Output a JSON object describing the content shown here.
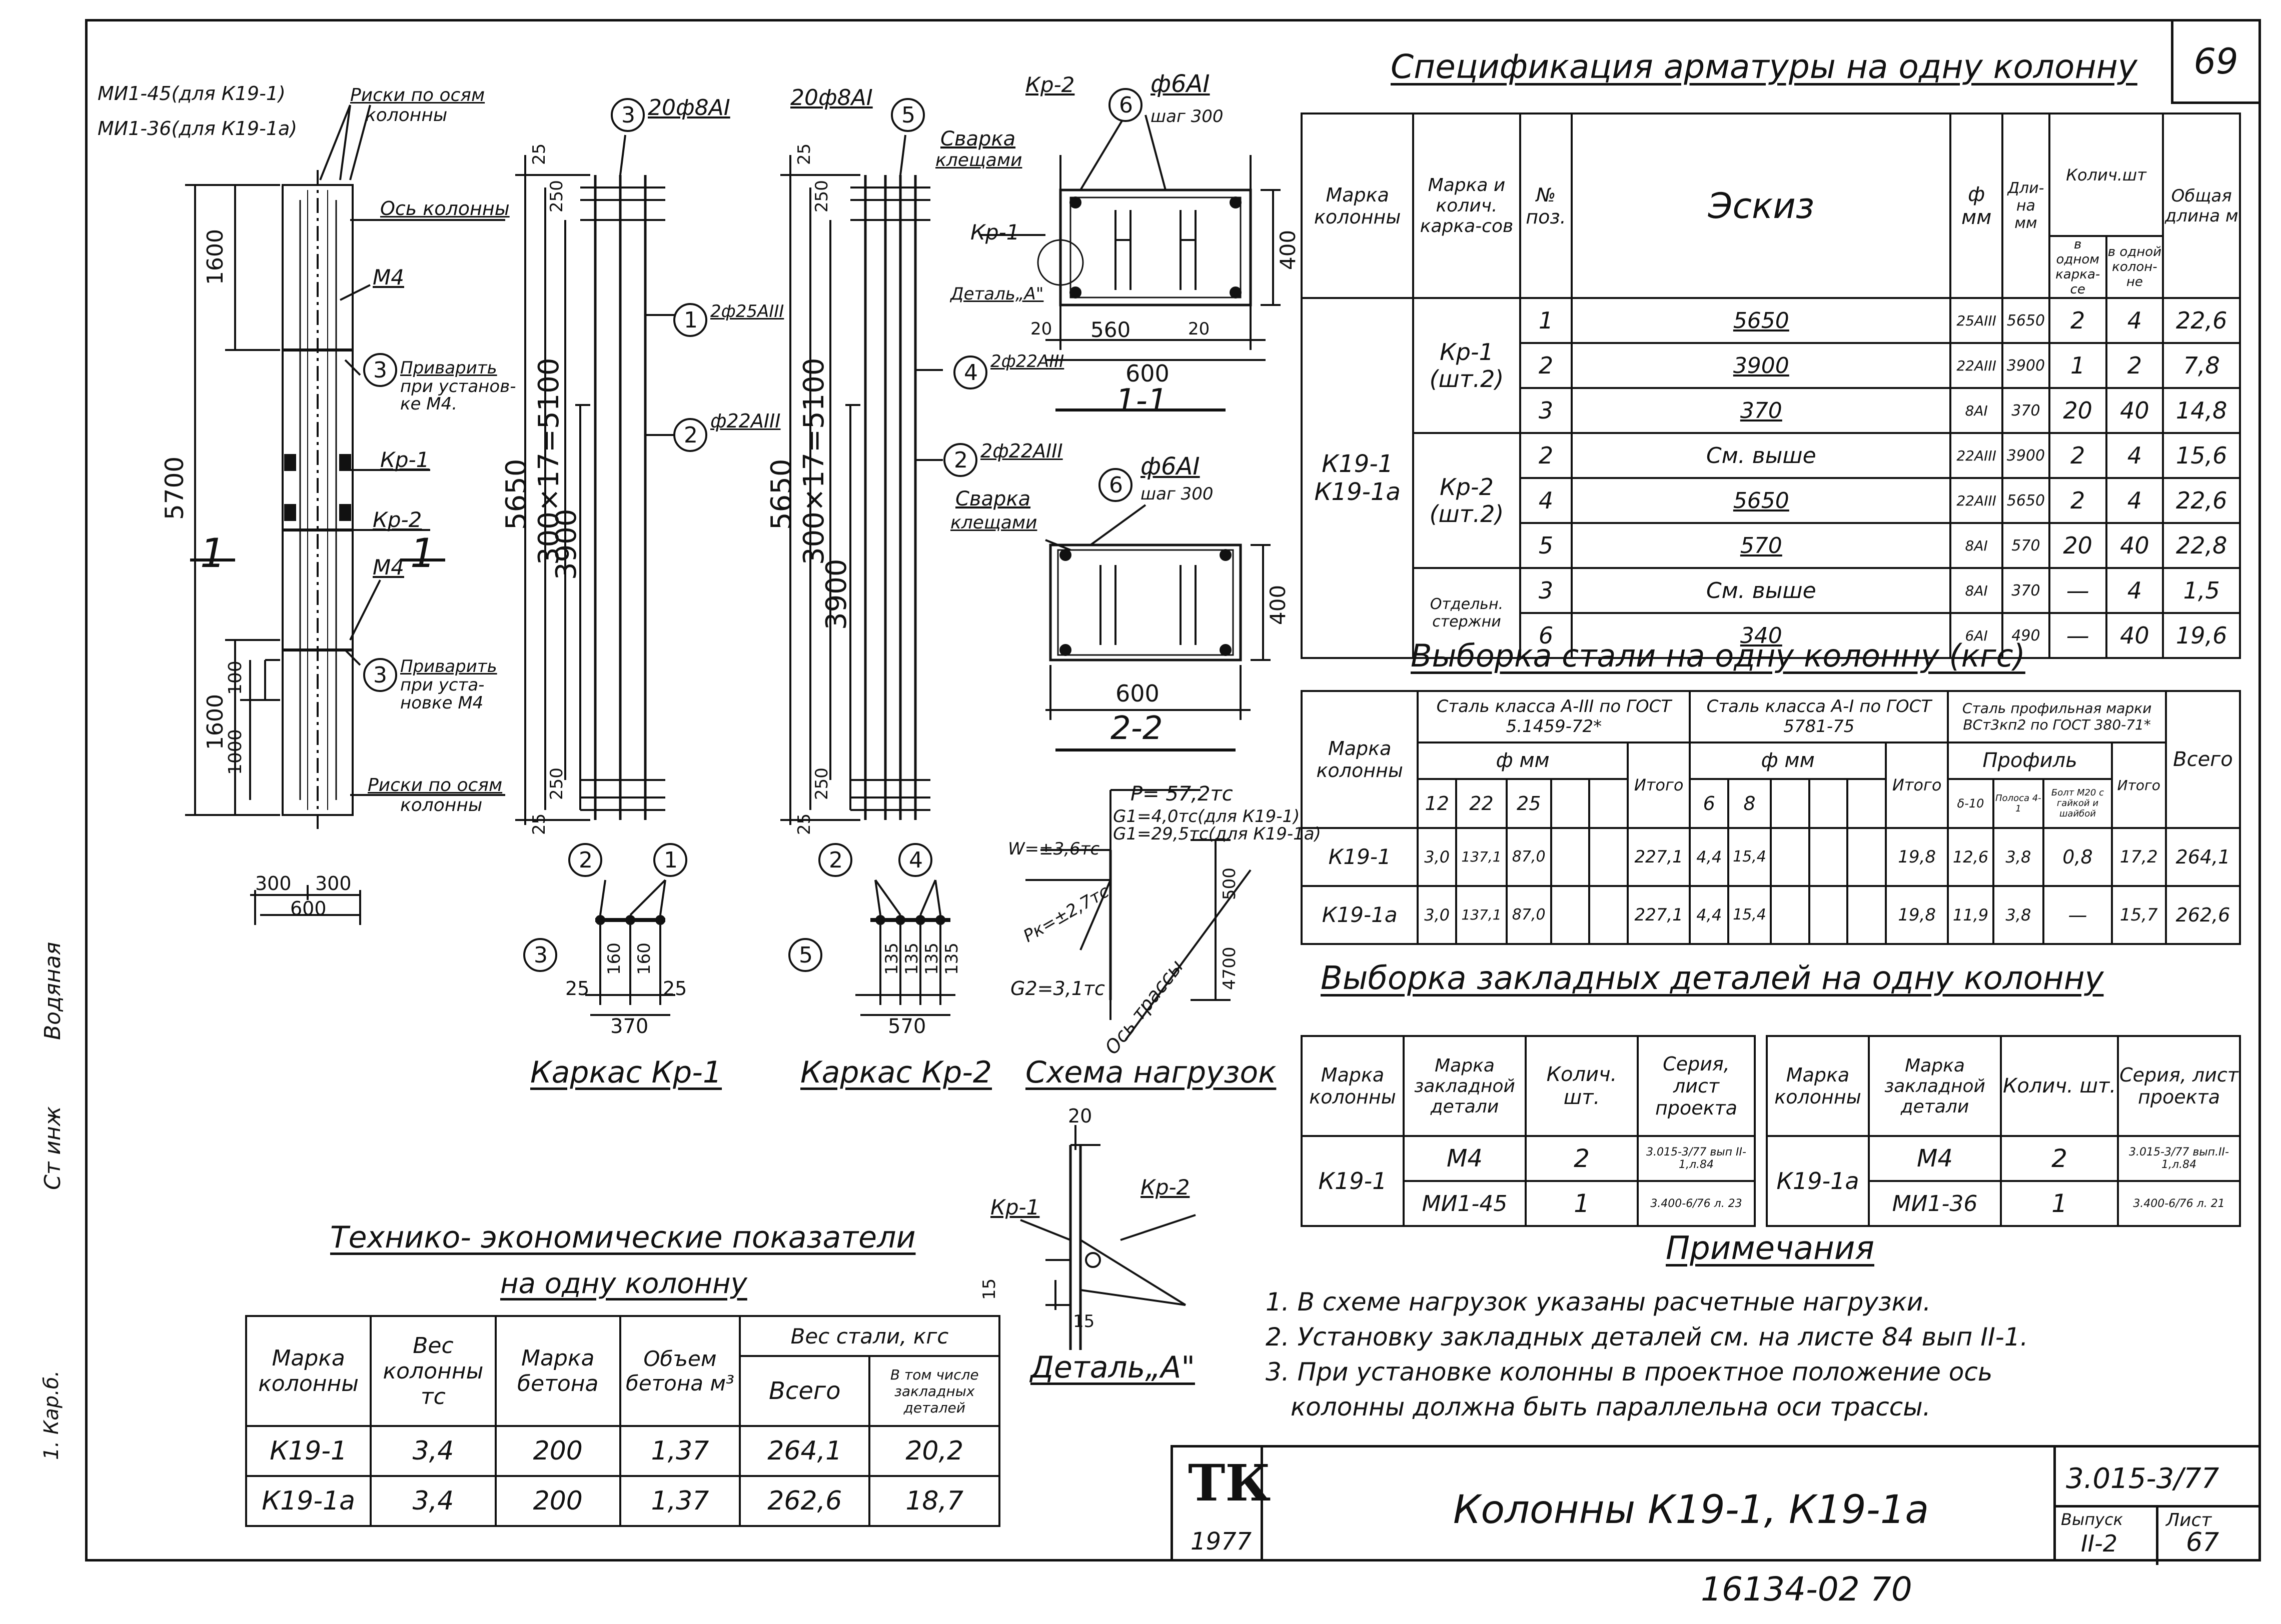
{
  "sheet_number_top": "69",
  "left_margin": {
    "label_a": "Ст инж",
    "label_b": "Водяная",
    "label_c": "1. Кар.б."
  },
  "column_drawing": {
    "label_mi_1": "МИ1-45(для К19-1)",
    "label_mi_2": "МИ1-36(для К19-1а)",
    "risk_top_1": "Риски по осям",
    "risk_top_2": "колонны",
    "axis_label": "Ось колонны",
    "m4_top": "М4",
    "weld_1a": "Приварить",
    "weld_1b": "при установ-",
    "weld_1c": "ке М4.",
    "kp1": "Кр-1",
    "kp2": "Кр-2",
    "m4_mid": "М4",
    "weld_2a": "Приварить",
    "weld_2b": "при уста-",
    "weld_2c": "новке М4",
    "risk_bot_1": "Риски по осям",
    "risk_bot_2": "колонны",
    "dim_5700": "5700",
    "dim_1600_top": "1600",
    "dim_1600_bot": "1600",
    "dim_100": "100",
    "dim_1000": "1000",
    "dim_300_l": "300",
    "dim_300_r": "300",
    "dim_600": "600",
    "section_mark": "1"
  },
  "kp1_drawing": {
    "pos3": "3",
    "bar3": "20ф8АI",
    "pos1": "1",
    "bar1": "2ф25АIII",
    "pos2": "2",
    "bar2": "ф22АIII",
    "dim_25": "25",
    "dim_250": "250",
    "dim_5650": "5650",
    "dim_5100": "300×17=5100",
    "dim_3900": "3900",
    "dim_250b": "250",
    "dim_25b": "25",
    "sec_160a": "160",
    "sec_160b": "160",
    "sec_25a": "25",
    "sec_25b": "25",
    "sec_370": "370",
    "title": "Каркас Кр-1"
  },
  "kp2_drawing": {
    "pos5": "5",
    "bar5": "20ф8АI",
    "pos4": "4",
    "bar4": "2ф22АIII",
    "pos2": "2",
    "bar2": "2ф22АIII",
    "dim_25": "25",
    "dim_250": "250",
    "dim_5650": "5650",
    "dim_5100": "300×17=5100",
    "dim_3900": "3900",
    "dim_250b": "250",
    "dim_25b": "25",
    "sec_vals": [
      "135",
      "135",
      "135",
      "135"
    ],
    "sec_570": "570",
    "title": "Каркас Кр-2"
  },
  "section_1_1": {
    "kp2": "Кр-2",
    "pos6": "6",
    "bar6": "ф6АI",
    "step": "шаг 300",
    "weld_a": "Сварка",
    "weld_b": "клещами",
    "kp1": "Кр-1",
    "detail": "Деталь„А\"",
    "dim_20a": "20",
    "dim_560": "560",
    "dim_20b": "20",
    "dim_400": "400",
    "dim_600": "600",
    "title": "1-1"
  },
  "section_2_2": {
    "pos6": "6",
    "bar6": "ф6АI",
    "step": "шаг 300",
    "weld_a": "Сварка",
    "weld_b": "клещами",
    "dim_400": "400",
    "dim_600": "600",
    "title": "2-2"
  },
  "load_scheme": {
    "p": "P= 57,2тс",
    "g1a": "G1=4,0тс(для К19-1)",
    "g1b": "G1=29,5тс(для К19-1а)",
    "w": "W=±3,6тс",
    "pk": "Pк=±2,7тс",
    "g2": "G2=3,1тс",
    "dim_500": "500",
    "dim_4700": "4700",
    "axis": "Ось трассы",
    "title": "Схема нагрузок"
  },
  "detail_a": {
    "dim_20": "20",
    "kp1": "Кр-1",
    "kp2": "Кр-2",
    "dim_15a": "15",
    "dim_15b": "15",
    "title": "Деталь„А\""
  },
  "spec_table": {
    "title": "Спецификация арматуры на одну колонну",
    "headers": {
      "col_mark": "Марка колонны",
      "frame_mark": "Марка и колич. карка-сов",
      "pos": "№ поз.",
      "sketch": "Эскиз",
      "phi": "ф мм",
      "len": "Дли-на мм",
      "qty_group": "Колич.шт",
      "qty_frame": "в одном карка-се",
      "qty_col": "в одной колон-не",
      "total_len": "Общая длина м"
    },
    "column_marks": "К19-1 К19-1а",
    "groups": [
      "Кр-1 (шт.2)",
      "Кр-2 (шт.2)",
      "Отдельн. стержни"
    ],
    "rows": [
      {
        "pos": "1",
        "sketch": "5650",
        "phi": "25АIII",
        "len": "5650",
        "qf": "2",
        "qc": "4",
        "total": "22,6"
      },
      {
        "pos": "2",
        "sketch": "3900",
        "phi": "22АIII",
        "len": "3900",
        "qf": "1",
        "qc": "2",
        "total": "7,8"
      },
      {
        "pos": "3",
        "sketch": "370",
        "phi": "8АI",
        "len": "370",
        "qf": "20",
        "qc": "40",
        "total": "14,8"
      },
      {
        "pos": "2",
        "sketch": "См. выше",
        "phi": "22АIII",
        "len": "3900",
        "qf": "2",
        "qc": "4",
        "total": "15,6"
      },
      {
        "pos": "4",
        "sketch": "5650",
        "phi": "22АIII",
        "len": "5650",
        "qf": "2",
        "qc": "4",
        "total": "22,6"
      },
      {
        "pos": "5",
        "sketch": "570",
        "phi": "8АI",
        "len": "570",
        "qf": "20",
        "qc": "40",
        "total": "22,8"
      },
      {
        "pos": "3",
        "sketch": "См. выше",
        "phi": "8АI",
        "len": "370",
        "qf": "—",
        "qc": "4",
        "total": "1,5"
      },
      {
        "pos": "6",
        "sketch": "340",
        "phi": "6АI",
        "len": "490",
        "qf": "—",
        "qc": "40",
        "total": "19,6"
      }
    ]
  },
  "steel_table": {
    "title": "Выборка стали на одну колонну (кгс)",
    "h_mark": "Марка колонны",
    "h_a3": "Сталь класса А-III по ГОСТ 5.1459-72*",
    "h_a1": "Сталь класса А-I по ГОСТ 5781-75",
    "h_prof": "Сталь профильная марки ВСт3кп2 по ГОСТ 380-71*",
    "h_phi1": "ф мм",
    "h_phi2": "ф мм",
    "h_profile": "Профиль",
    "h_total1": "Итого",
    "h_total2": "Итого",
    "h_total3": "Итого",
    "h_all": "Всего",
    "sub_a3": [
      "12",
      "22",
      "25",
      "",
      ""
    ],
    "sub_a1": [
      "6",
      "8",
      "",
      "",
      ""
    ],
    "sub_prof": [
      "δ-10",
      "Полоса 4-1",
      "Болт М20 с гайкой и шайбой"
    ],
    "rows": [
      {
        "mark": "К19-1",
        "a3": [
          "3,0",
          "137,1",
          "87,0",
          "",
          ""
        ],
        "t1": "227,1",
        "a1": [
          "4,4",
          "15,4",
          "",
          "",
          ""
        ],
        "t2": "19,8",
        "prof": [
          "12,6",
          "3,8",
          "0,8"
        ],
        "t3": "17,2",
        "all": "264,1"
      },
      {
        "mark": "К19-1а",
        "a3": [
          "3,0",
          "137,1",
          "87,0",
          "",
          ""
        ],
        "t1": "227,1",
        "a1": [
          "4,4",
          "15,4",
          "",
          "",
          ""
        ],
        "t2": "19,8",
        "prof": [
          "11,9",
          "3,8",
          "—"
        ],
        "t3": "15,7",
        "all": "262,6"
      }
    ]
  },
  "embed_table": {
    "title": "Выборка закладных деталей на одну колонну",
    "headers": [
      "Марка колонны",
      "Марка закладной детали",
      "Колич. шт.",
      "Серия, лист проекта"
    ],
    "left": {
      "mark": "К19-1",
      "rows": [
        {
          "part": "М4",
          "qty": "2",
          "series": "3.015-3/77 вып II-1,л.84"
        },
        {
          "part": "МИ1-45",
          "qty": "1",
          "series": "3.400-6/76 л. 23"
        }
      ]
    },
    "right": {
      "mark": "К19-1а",
      "rows": [
        {
          "part": "М4",
          "qty": "2",
          "series": "3.015-3/77 вып.II-1,л.84"
        },
        {
          "part": "МИ1-36",
          "qty": "1",
          "series": "3.400-6/76 л. 21"
        }
      ]
    }
  },
  "notes": {
    "title": "Примечания",
    "items": [
      "1. В схеме нагрузок указаны расчетные нагрузки.",
      "2. Установку закладных деталей см. на листе 84 вып II-1.",
      "3. При установке колонны в проектное положение ось",
      "колонны должна быть параллельна оси трассы."
    ]
  },
  "tech_table": {
    "title1": "Технико- экономические показатели",
    "title2": "на одну колонну",
    "headers": {
      "mark": "Марка колонны",
      "weight": "Вес колонны тс",
      "concrete": "Марка бетона",
      "volume": "Объем бетона м³",
      "steel": "Вес стали, кгс",
      "steel_all": "Всего",
      "steel_embed": "В том числе закладных деталей"
    },
    "rows": [
      {
        "mark": "К19-1",
        "weight": "3,4",
        "concrete": "200",
        "volume": "1,37",
        "all": "264,1",
        "embed": "20,2"
      },
      {
        "mark": "К19-1а",
        "weight": "3,4",
        "concrete": "200",
        "volume": "1,37",
        "all": "262,6",
        "embed": "18,7"
      }
    ]
  },
  "stamp": {
    "logo": "ТК",
    "year": "1977",
    "title": "Колонны К19-1, К19-1а",
    "series": "3.015-3/77",
    "issue_label": "Выпуск",
    "sheet_label": "Лист",
    "issue": "II-2",
    "sheet": "67"
  },
  "bottom_number": "16134-02 70"
}
